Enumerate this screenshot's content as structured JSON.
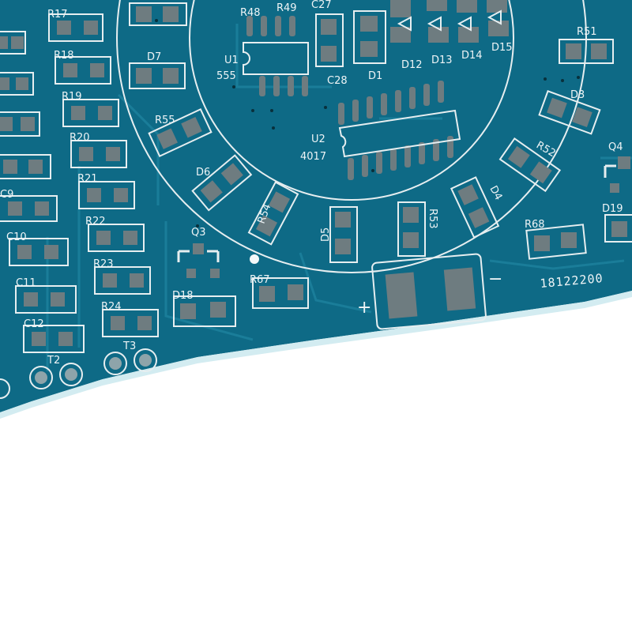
{
  "scene": {
    "subject": "PCB",
    "board_color": "#0e6a86",
    "pad_color": "#6e7c80",
    "silkscreen_color": "#eef4f6",
    "background_color": "#ffffff"
  },
  "labels": {
    "r17": "R17",
    "r18": "R18",
    "r19": "R19",
    "r20": "R20",
    "r21": "R21",
    "r22": "R22",
    "r23": "R23",
    "r24": "R24",
    "c9": "C9",
    "c10": "C10",
    "c11": "C11",
    "c12": "C12",
    "t2": "T2",
    "t3": "T3",
    "q3": "Q3",
    "q4": "Q4",
    "d18": "D18",
    "r67": "R67",
    "r68": "R68",
    "d19": "D19",
    "d7": "D7",
    "r55": "R55",
    "d6": "D6",
    "r54": "R54",
    "d5": "D5",
    "r53": "R53",
    "d4": "D4",
    "r52": "R52",
    "d3": "D3",
    "r51": "R51",
    "r48": "R48",
    "r49": "R49",
    "c27": "C27",
    "u1": "U1",
    "u1_part": "555",
    "c28": "C28",
    "d1": "D1",
    "d12": "D12",
    "d13": "D13",
    "d14": "D14",
    "d15": "D15",
    "u2": "U2",
    "u2_part": "4017",
    "plus": "+",
    "minus": "−",
    "serial": "18122200"
  }
}
